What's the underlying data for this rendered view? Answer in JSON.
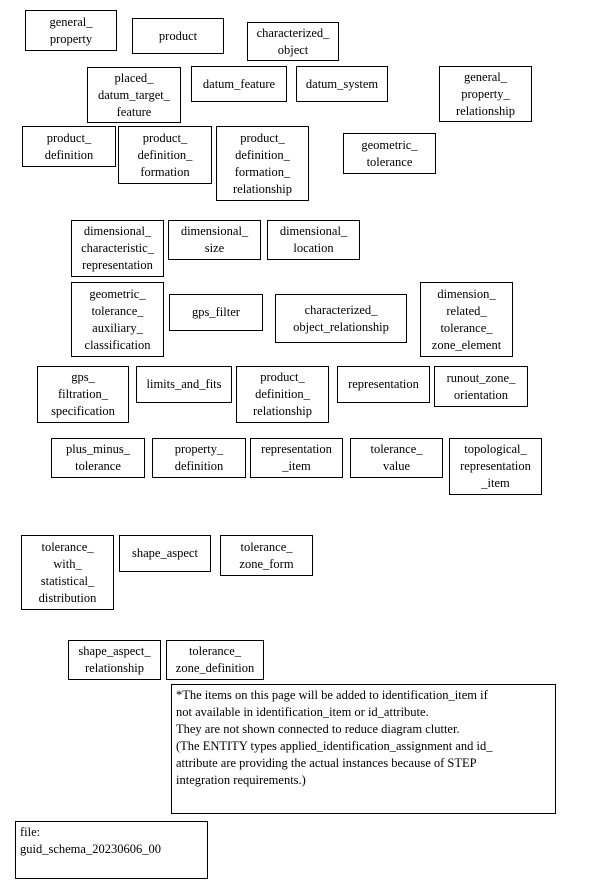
{
  "entities": {
    "general_property": "general_\nproperty",
    "product": "product",
    "characterized_object": "characterized_\nobject",
    "placed_datum_target_feature": "placed_\ndatum_target_\nfeature",
    "datum_feature": "datum_feature",
    "datum_system": "datum_system",
    "general_property_relationship": "general_\nproperty_\nrelationship",
    "product_definition": "product_\ndefinition",
    "product_definition_formation": "product_\ndefinition_\nformation",
    "product_definition_formation_relationship": "product_\ndefinition_\nformation_\nrelationship",
    "geometric_tolerance": "geometric_\ntolerance",
    "dimensional_characteristic_representation": "dimensional_\ncharacteristic_\nrepresentation",
    "dimensional_size": "dimensional_\nsize",
    "dimensional_location": "dimensional_\nlocation",
    "geometric_tolerance_auxiliary_classification": "geometric_\ntolerance_\nauxiliary_\nclassification",
    "gps_filter": "gps_filter",
    "characterized_object_relationship": "characterized_\nobject_relationship",
    "dimension_related_tolerance_zone_element": "dimension_\nrelated_\ntolerance_\nzone_element",
    "gps_filtration_specification": "gps_\nfiltration_\nspecification",
    "limits_and_fits": "limits_and_fits",
    "product_definition_relationship": "product_\ndefinition_\nrelationship",
    "representation": "representation",
    "runout_zone_orientation": "runout_zone_\norientation",
    "plus_minus_tolerance": "plus_minus_\ntolerance",
    "property_definition": "property_\ndefinition",
    "representation_item": "representation\n_item",
    "tolerance_value": "tolerance_\nvalue",
    "topological_representation_item": "topological_\nrepresentation\n_item",
    "tolerance_with_statistical_distribution": "tolerance_\nwith_\nstatistical_\ndistribution",
    "shape_aspect": "shape_aspect",
    "tolerance_zone_form": "tolerance_\nzone_form",
    "shape_aspect_relationship": "shape_aspect_\nrelationship",
    "tolerance_zone_definition": "tolerance_\nzone_definition"
  },
  "note": "*The items on this page will be added to identification_item if\nnot available in identification_item or id_attribute.\nThey are not shown connected to reduce diagram clutter.\n(The ENTITY types applied_identification_assignment and id_\nattribute are providing the actual instances because of  STEP\nintegration requirements.)",
  "file_label": "file:\nguid_schema_20230606_00"
}
